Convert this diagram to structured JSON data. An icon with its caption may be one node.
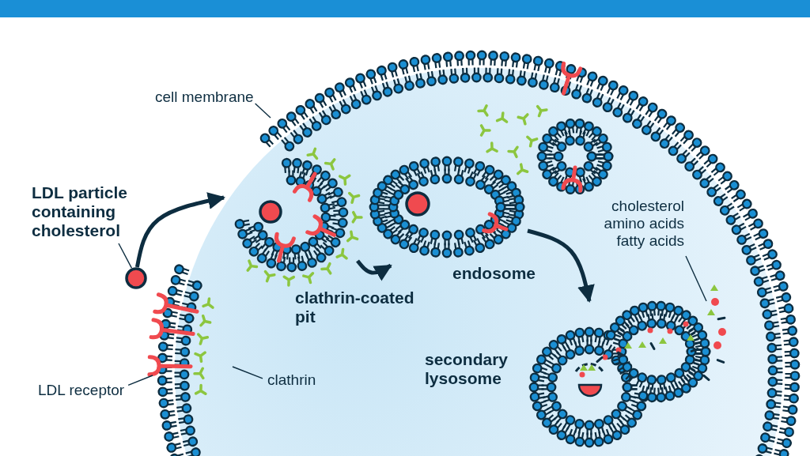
{
  "diagram": {
    "nodes": [
      {
        "text": [
          "LDL particle containing cholesterol"
        ]
      },
      {
        "text": [],
        "shape": "circle"
      },
      {
        "text": [
          "cell membrane"
        ]
      },
      {
        "text": [],
        "shape": "picture",
        "beside": [
          "clathrin-coated pit"
        ]
      },
      {
        "text": [],
        "shape": "picture",
        "beside": [
          "endosome"
        ]
      },
      {
        "text": [],
        "shape": "picture",
        "beside": [
          "secondary lysosome"
        ]
      },
      {
        "text": [
          "LDL receptor"
        ]
      },
      {
        "text": [
          "clathrin"
        ]
      },
      {
        "text": [
          "cholesterol amino acids fatty acids"
        ]
      }
    ],
    "edges": [
      {
        "from": 0,
        "to": 1,
        "arrow": "none"
      },
      {
        "from": 1,
        "to": 3,
        "arrow": "to",
        "style": "thick"
      },
      {
        "from": 3,
        "to": 4,
        "arrow": "to",
        "style": "thick"
      },
      {
        "from": 4,
        "to": 5,
        "arrow": "to",
        "style": "thick"
      },
      {
        "from": 2,
        "to": null,
        "arrow": "none"
      },
      {
        "from": 6,
        "to": null,
        "arrow": "none"
      },
      {
        "from": 7,
        "to": null,
        "arrow": "none"
      },
      {
        "from": 8,
        "to": 5,
        "arrow": "none"
      }
    ]
  }
}
